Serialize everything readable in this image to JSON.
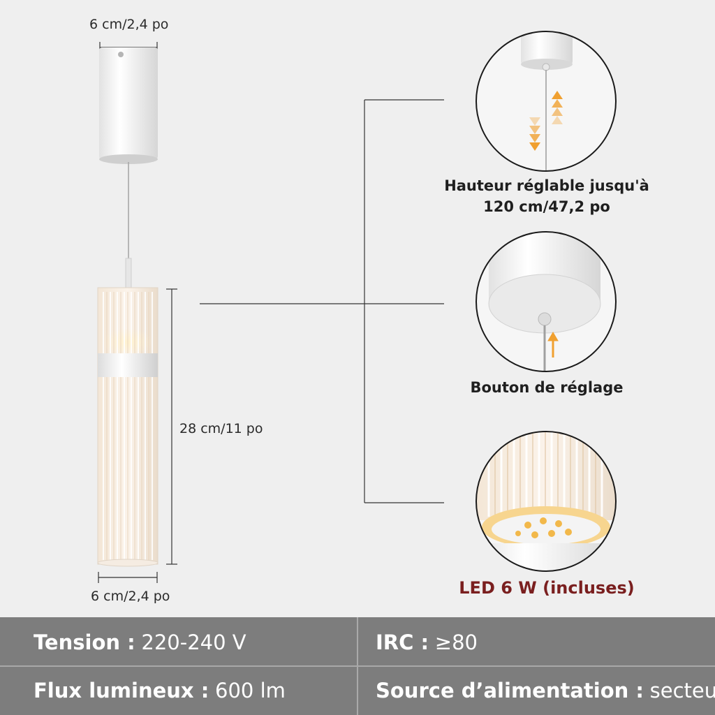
{
  "dimensions": {
    "top_width": "6 cm/2,4 po",
    "shade_height": "28 cm/11 po",
    "bottom_width": "6 cm/2,4 po"
  },
  "details": [
    {
      "caption_line1": "Hauteur réglable jusqu'à",
      "caption_line2": "120 cm/47,2 po"
    },
    {
      "caption_line1": "Bouton de réglage"
    },
    {
      "caption_line1": "LED 6 W (incluses)",
      "color": "#7a1f1f"
    }
  ],
  "specs": {
    "voltage": {
      "label": "Tension :",
      "value": "220-240 V"
    },
    "cri": {
      "label": "IRC :",
      "value": "≥80"
    },
    "flux": {
      "label": "Flux lumineux :",
      "value": "600 lm"
    },
    "power_source": {
      "label": "Source d’alimentation :",
      "value": "secteur"
    }
  },
  "colors": {
    "background": "#efefef",
    "spec_bar": "#7d7d7d",
    "arrow": "#f0a030",
    "led_caption": "#7a1f1f"
  }
}
